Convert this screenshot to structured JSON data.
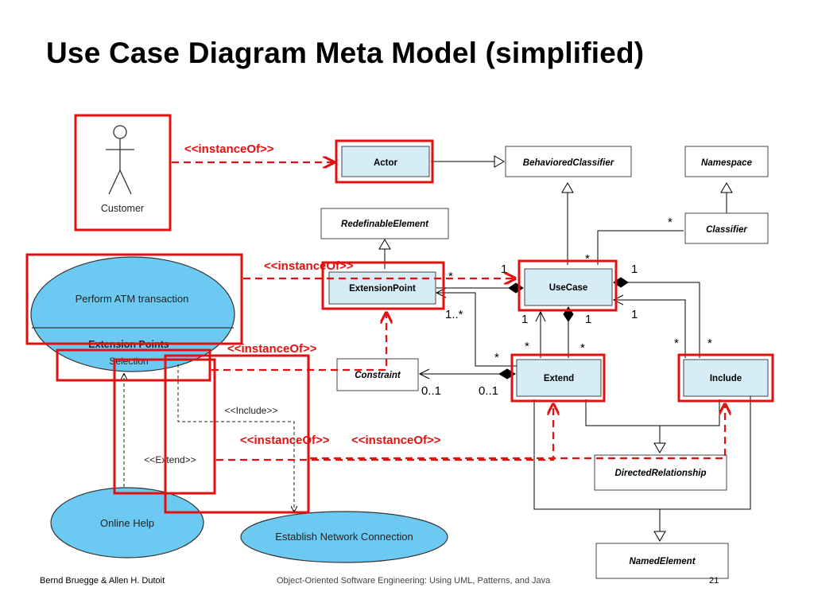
{
  "title": "Use Case Diagram Meta Model (simplified)",
  "use_case_diagram": {
    "actor": "Customer",
    "use_case_main": "Perform ATM transaction",
    "extension_points_header": "Extension Points",
    "extension_point_item": "Selection",
    "use_case_online_help": "Online Help",
    "use_case_network": "Establish Network Connection",
    "include_label": "<<Include>>",
    "extend_label": "<<Extend>>"
  },
  "meta_model": {
    "classes": {
      "actor": "Actor",
      "behaviored_classifier": "BehavioredClassifier",
      "namespace": "Namespace",
      "classifier": "Classifier",
      "redefinable_element": "RedefinableElement",
      "extension_point": "ExtensionPoint",
      "use_case": "UseCase",
      "constraint": "Constraint",
      "extend": "Extend",
      "include": "Include",
      "directed_relationship": "DirectedRelationship",
      "named_element": "NamedElement"
    },
    "multiplicities": {
      "classifier_star": "*",
      "usecase_top_star": "*",
      "usecase_top_one": "1",
      "ep_star": "*",
      "usecase_left_one": "1",
      "ep_one_many": "1..*",
      "usecase_bl_one": "1",
      "usecase_bm_one": "1",
      "usecase_right_one": "1",
      "extend_star_left": "*",
      "extend_star_mid": "*",
      "extend_star_right": "*",
      "include_star_left": "*",
      "include_star_right": "*",
      "constraint_zero_one": "0..1",
      "extend_zero_one": "0..1"
    }
  },
  "instance_of_labels": {
    "actor": "<<instanceOf>>",
    "extension_point": "<<instanceOf>>",
    "constraint": "<<instanceOf>>",
    "extend": "<<instanceOf>>",
    "include": "<<instanceOf>>"
  },
  "footer": {
    "authors": "Bernd Bruegge & Allen H. Dutoit",
    "book": "Object-Oriented Software Engineering: Using UML, Patterns, and Java",
    "page": "21"
  },
  "colors": {
    "highlight": "#e41010",
    "class_fill": "#d6ecf7",
    "usecase_fill": "#6ccaf2"
  }
}
